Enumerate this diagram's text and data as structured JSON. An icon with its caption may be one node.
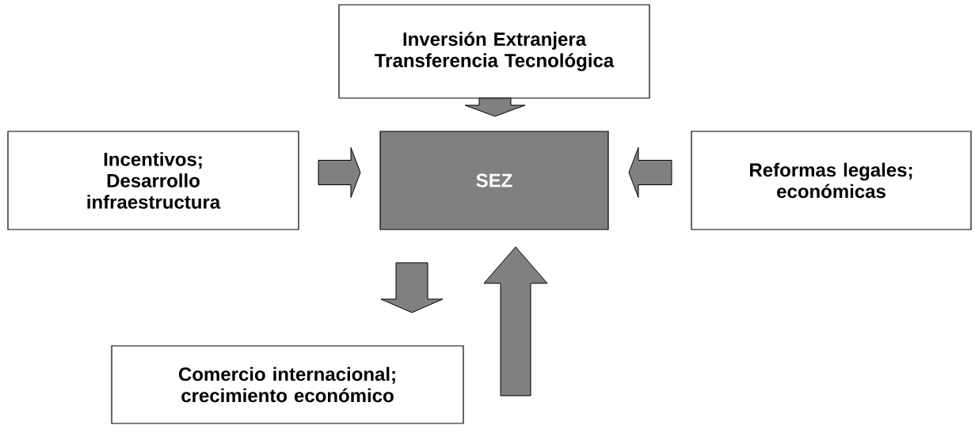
{
  "diagram": {
    "nodes": [
      {
        "text": [
          "Inversión Extranjera Transferencia Tecnológica"
        ]
      },
      {
        "text": [
          "Incentivos; Desarrollo infraestructura"
        ]
      },
      {
        "text": [
          "SEZ"
        ]
      },
      {
        "text": [
          "Reformas  legales; económicas"
        ]
      },
      {
        "text": [
          "Comercio internacional; crecimiento económico"
        ]
      }
    ],
    "edges": [
      {
        "from": 0,
        "to": 2,
        "arrow": "to"
      },
      {
        "from": 1,
        "to": 2,
        "arrow": "to"
      },
      {
        "from": 3,
        "to": 2,
        "arrow": "to"
      },
      {
        "from": 2,
        "to": 4,
        "arrow": "to"
      },
      {
        "from": null,
        "to": 2,
        "arrow": "to"
      }
    ]
  }
}
